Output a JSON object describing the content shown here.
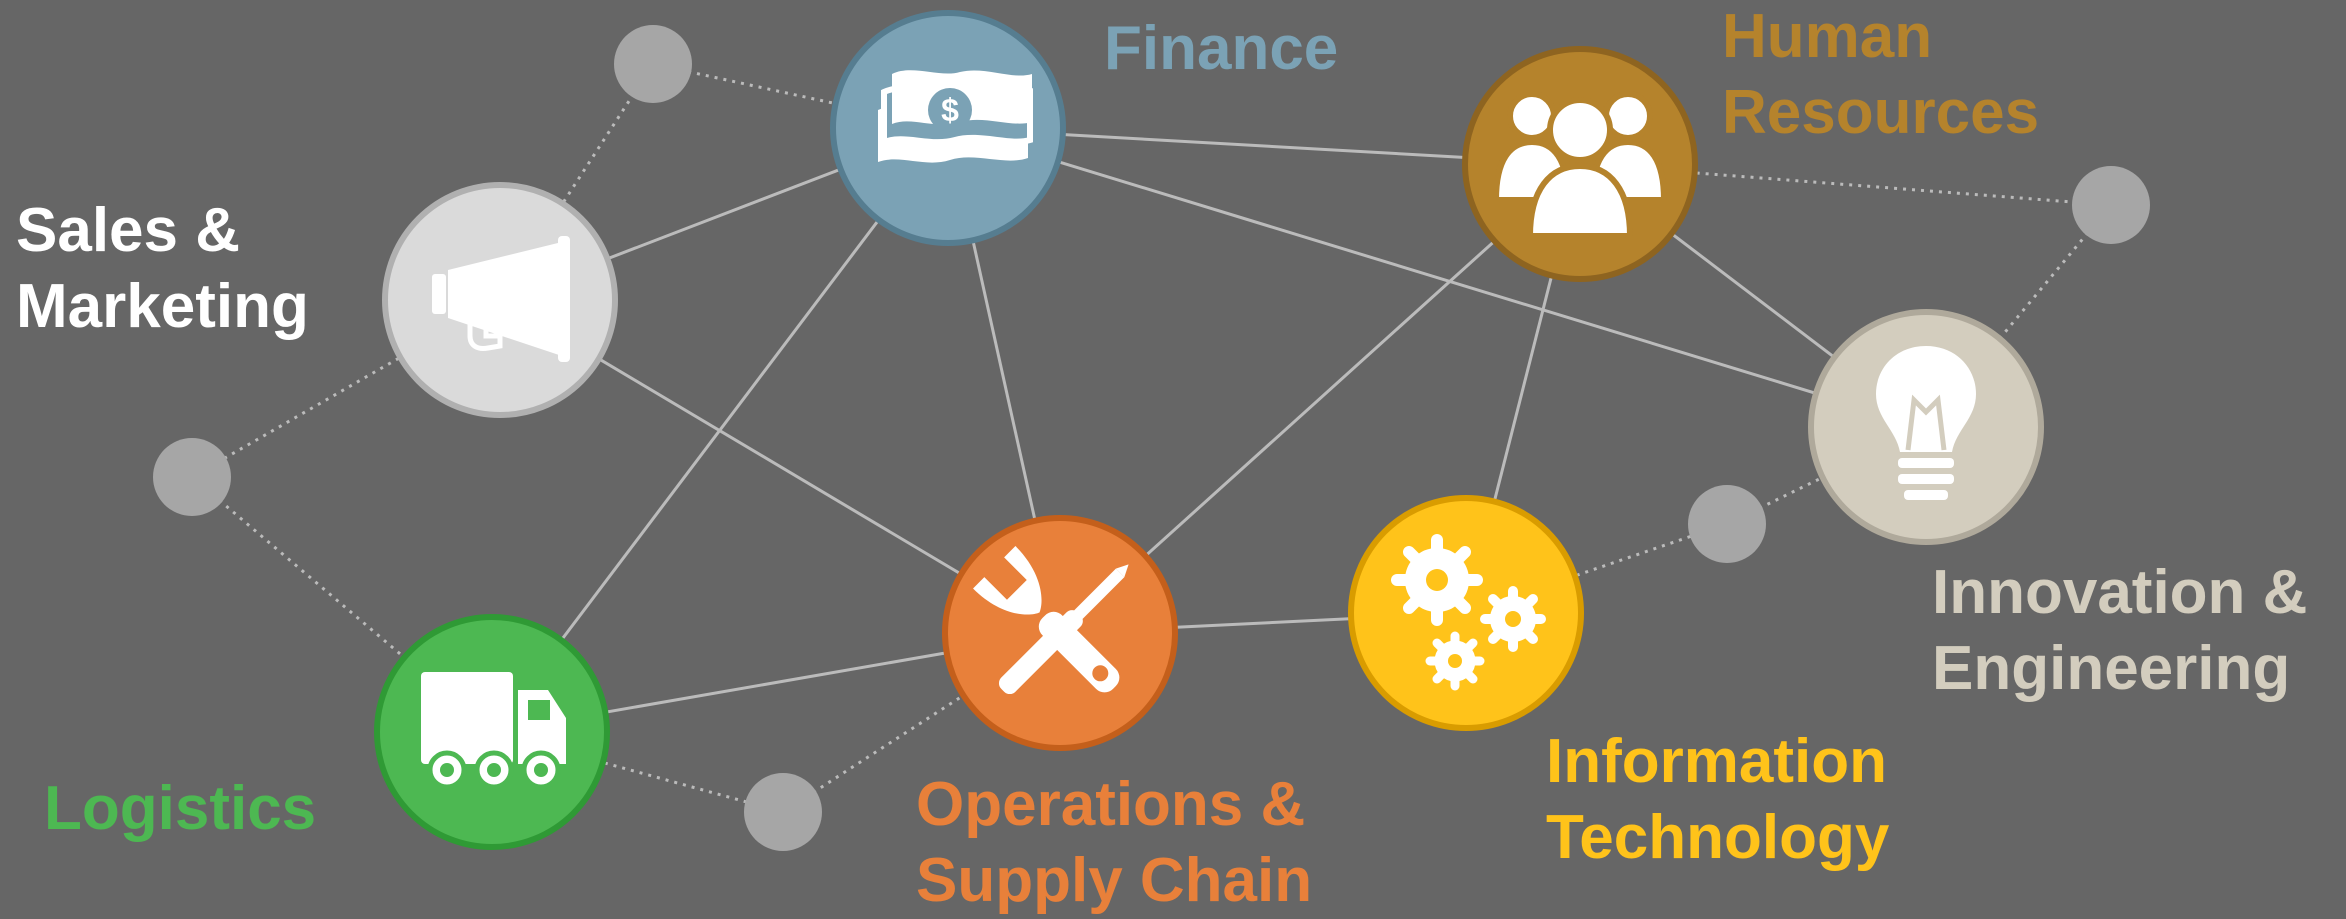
{
  "diagram": {
    "background": "#666666",
    "link_color": "#BBBBBB",
    "connector_color": "#A6A6A6",
    "nodes": [
      {
        "id": "finance",
        "icon": "money-icon",
        "color": "#7BA2B5",
        "label_lines": [
          "Finance"
        ]
      },
      {
        "id": "human-resources",
        "icon": "people-group-icon",
        "color": "#B5832C",
        "label_lines": [
          "Human",
          "Resources"
        ]
      },
      {
        "id": "sales-marketing",
        "icon": "megaphone-icon",
        "color": "#DADADA",
        "label_lines": [
          "Sales &",
          "Marketing"
        ],
        "label_color": "#FFFFFF"
      },
      {
        "id": "innovation-engineering",
        "icon": "light-bulb-icon",
        "color": "#D3CDBE",
        "label_lines": [
          "Innovation &",
          "Engineering"
        ]
      },
      {
        "id": "operations-supply-chain",
        "icon": "wrench-screwdriver-icon",
        "color": "#E8803A",
        "label_lines": [
          "Operations &",
          "Supply Chain"
        ]
      },
      {
        "id": "information-technology",
        "icon": "gears-icon",
        "color": "#FFC31A",
        "label_lines": [
          "Information",
          "Technology"
        ]
      },
      {
        "id": "logistics",
        "icon": "truck-icon",
        "color": "#4DB852",
        "label_lines": [
          "Logistics"
        ]
      }
    ]
  }
}
